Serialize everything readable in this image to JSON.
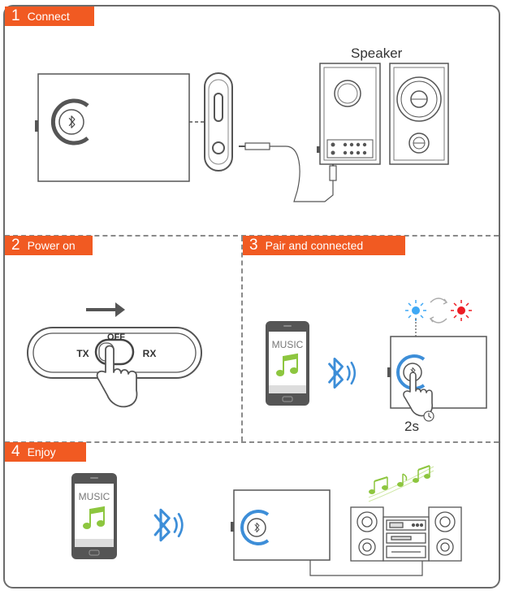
{
  "steps": [
    {
      "num": "1",
      "label": "Connect"
    },
    {
      "num": "2",
      "label": "Power on"
    },
    {
      "num": "3",
      "label": "Pair and  connected"
    },
    {
      "num": "4",
      "label": "Enjoy"
    }
  ],
  "connect": {
    "speaker_label": "Speaker"
  },
  "power": {
    "off_label": "OFF",
    "tx_label": "TX",
    "rx_label": "RX"
  },
  "pair": {
    "phone_screen": "MUSIC",
    "hold_time": "2s"
  },
  "enjoy": {
    "phone_screen": "MUSIC"
  },
  "colors": {
    "accent": "#f15a22",
    "bluetooth": "#3d8ed8",
    "music": "#8dc63f",
    "led_blue": "#3fa9f5",
    "led_red": "#ed1c24"
  }
}
